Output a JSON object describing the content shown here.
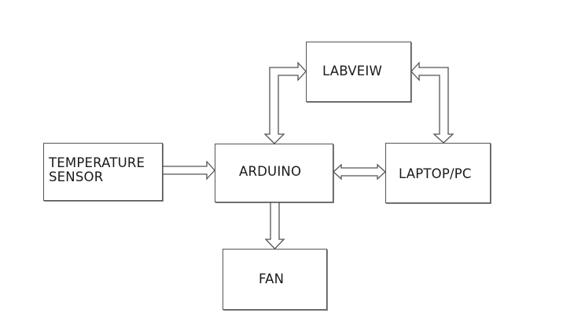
{
  "diagram": {
    "nodes": {
      "temperature_sensor": "TEMPERATURE\nSENSOR",
      "arduino": "ARDUINO",
      "labview": "LABVEIW",
      "laptop_pc": "LAPTOP/PC",
      "fan": "FAN"
    },
    "edges": [
      {
        "from": "temperature_sensor",
        "to": "arduino",
        "direction": "one-way"
      },
      {
        "from": "arduino",
        "to": "fan",
        "direction": "one-way"
      },
      {
        "from": "arduino",
        "to": "laptop_pc",
        "direction": "two-way"
      },
      {
        "from": "arduino",
        "to": "labview",
        "direction": "two-way"
      },
      {
        "from": "labview",
        "to": "laptop_pc",
        "direction": "two-way"
      }
    ]
  }
}
